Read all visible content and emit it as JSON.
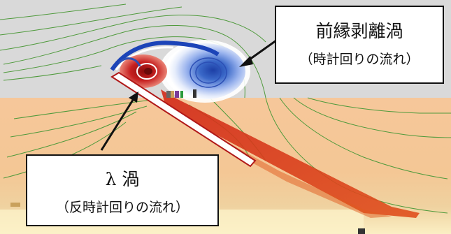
{
  "callouts": {
    "leading_edge_vortex": {
      "title": "前縁剥離渦",
      "subtitle": "（時計回りの流れ）"
    },
    "lambda_vortex": {
      "title": "λ 渦",
      "subtitle": "（反時計回りの流れ）"
    }
  },
  "colors": {
    "background_upper": "#d9d9d9",
    "background_lower": "#f6c79a",
    "streamline": "#4f9a3c",
    "clockwise_core": "#3a68c8",
    "counterclockwise_core": "#c62020",
    "wing_plate": "#ffffff",
    "arrow": "#111111"
  },
  "icons": {
    "arrow_to_lev": "black-arrow",
    "arrow_to_lambda": "black-arrow"
  }
}
